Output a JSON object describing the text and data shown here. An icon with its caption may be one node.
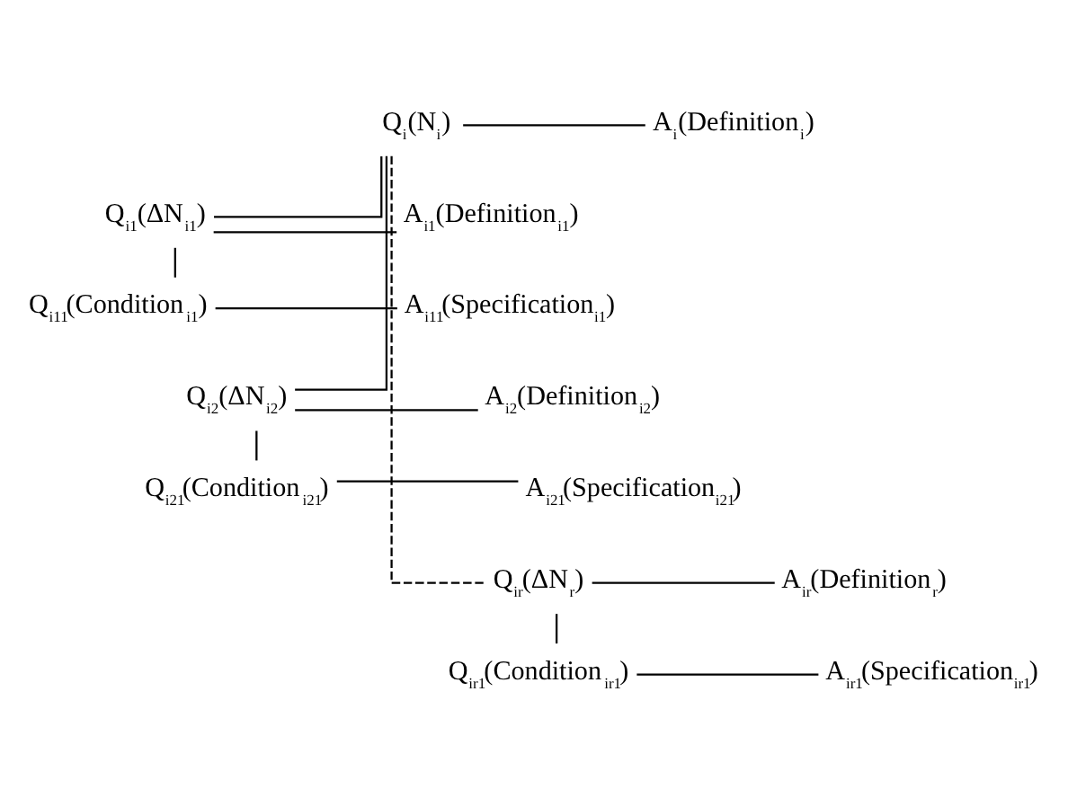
{
  "diagram": {
    "nodes": [
      {
        "text": [
          "Q$_{i}$(N$_{i}$)"
        ]
      },
      {
        "text": [
          "A$_{i}$(Definition$_{i}$)"
        ]
      },
      {
        "text": [
          "Q$_{i1}$(ΔN$_{i1}$)"
        ]
      },
      {
        "text": [
          "A$_{i1}$(Definition$_{i1}$)"
        ]
      },
      {
        "text": [
          "Q$_{i11}$(Condition$_{i1}$)"
        ]
      },
      {
        "text": [
          "A$_{i11}$(Specification$_{i1}$)"
        ]
      },
      {
        "text": [
          "Q$_{i2}$(ΔN$_{i2}$)"
        ]
      },
      {
        "text": [
          "A$_{i2}$(Definition$_{i2}$)"
        ]
      },
      {
        "text": [
          "Q$_{i21}$(Condition$_{i21}$)"
        ]
      },
      {
        "text": [
          "A$_{i21}$(Specification$_{i21}$)"
        ]
      },
      {
        "text": [
          "Q$_{ir}$(ΔN$_{r}$)"
        ]
      },
      {
        "text": [
          "A$_{ir}$(Definition$_{r}$)"
        ]
      },
      {
        "text": [
          "Q$_{ir1}$(Condition$_{ir1}$)"
        ]
      },
      {
        "text": [
          "A$_{ir1}$(Specification$_{ir1}$)"
        ]
      }
    ],
    "edges": [
      {
        "from": 0,
        "to": 1,
        "arrow": "none"
      },
      {
        "from": 0,
        "to": 2,
        "arrow": "none"
      },
      {
        "from": 0,
        "to": 6,
        "arrow": "none"
      },
      {
        "from": 0,
        "to": 10,
        "arrow": "none",
        "style": "dashed"
      },
      {
        "from": 2,
        "to": 4,
        "arrow": "none"
      },
      {
        "from": 6,
        "to": 8,
        "arrow": "none"
      },
      {
        "from": 10,
        "to": 12,
        "arrow": "none"
      },
      {
        "from": 2,
        "to": 3,
        "arrow": "none"
      },
      {
        "from": 4,
        "to": 5,
        "arrow": "none"
      },
      {
        "from": 6,
        "to": 7,
        "arrow": "none"
      },
      {
        "from": 8,
        "to": 9,
        "arrow": "none"
      },
      {
        "from": 10,
        "to": 11,
        "arrow": "none"
      },
      {
        "from": 12,
        "to": 13,
        "arrow": "none"
      }
    ]
  }
}
